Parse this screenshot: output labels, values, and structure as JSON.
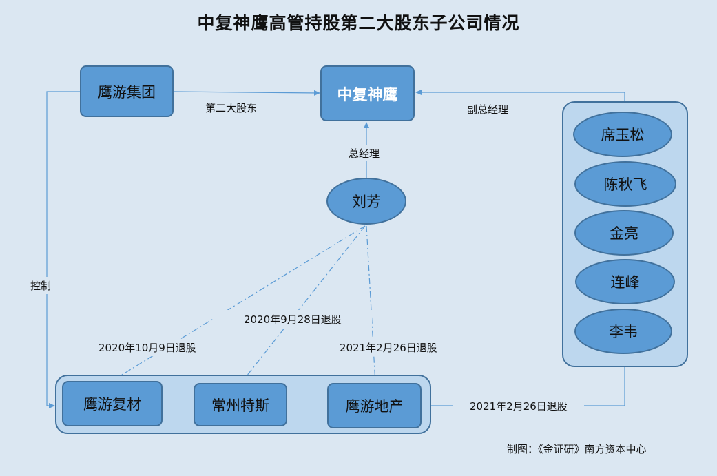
{
  "title": "中复神鹰高管持股第二大股东子公司情况",
  "nodes": {
    "yingyou_group": "鹰游集团",
    "zhongfu": "中复神鹰",
    "liufang": "刘芳",
    "executives": [
      "席玉松",
      "陈秋飞",
      "金亮",
      "连峰",
      "李韦"
    ],
    "subsidiaries": [
      "鹰游复材",
      "常州特斯",
      "鹰游地产"
    ]
  },
  "edges": {
    "second_shareholder": "第二大股东",
    "deputy_gm": "副总经理",
    "gm": "总经理",
    "control": "控制",
    "exit_2020_10_9": "2020年10月9日退股",
    "exit_2020_9_28": "2020年9月28日退股",
    "exit_2021_2_26_a": "2021年2月26日退股",
    "exit_2021_2_26_b": "2021年2月26日退股"
  },
  "credit": "制图：《金证研》南方资本中心",
  "colors": {
    "background": "#dbe7f2",
    "node_fill": "#5b9bd5",
    "node_border": "#41719c",
    "group_fill": "#bdd7ee",
    "connector": "#5b9bd5"
  }
}
